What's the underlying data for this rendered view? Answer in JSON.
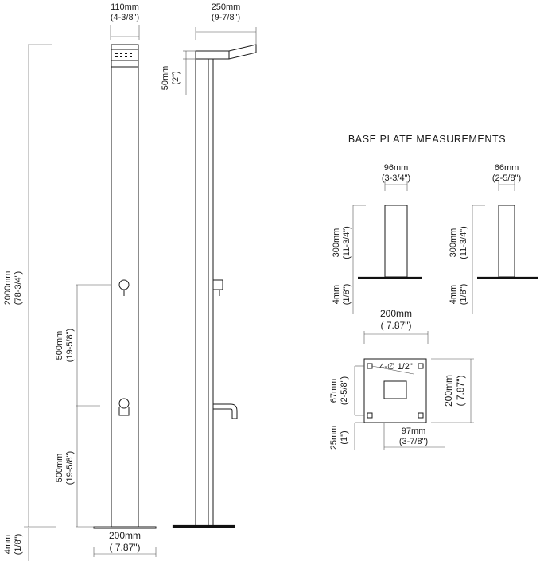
{
  "front_view": {
    "top_width_mm": "110mm",
    "top_width_in": "(4-3/8\")",
    "height_mm": "2000mm",
    "height_in": "(78-3/4\")",
    "upper_spacing_mm": "500mm",
    "upper_spacing_in": "(19-5/8\")",
    "lower_spacing_mm": "500mm",
    "lower_spacing_in": "(19-5/8\")",
    "base_thickness_mm": "4mm",
    "base_thickness_in": "(1/8\")",
    "base_width_mm": "200mm",
    "base_width_in": "( 7.87\")"
  },
  "side_view": {
    "head_width_mm": "250mm",
    "head_width_in": "(9-7/8\")",
    "head_height_mm": "50mm",
    "head_height_in": "(2\")"
  },
  "base_plate": {
    "title": "BASE PLATE MEASUREMENTS",
    "left_post_width_mm": "96mm",
    "left_post_width_in": "(3-3/4\")",
    "left_post_height_mm": "300mm",
    "left_post_height_in": "(11-3/4\")",
    "left_plate_mm": "4mm",
    "left_plate_in": "(1/8\")",
    "right_post_width_mm": "66mm",
    "right_post_width_in": "(2-5/8\")",
    "right_post_height_mm": "300mm",
    "right_post_height_in": "(11-3/4\")",
    "right_plate_mm": "4mm",
    "right_plate_in": "(1/8\")",
    "plate_width_mm": "200mm",
    "plate_width_in": "( 7.87\")",
    "plate_height_mm": "200mm",
    "plate_height_in": "( 7.87\")",
    "holes_label": "4-∅ 1/2\"",
    "hole_spacing_mm": "67mm",
    "hole_spacing_in": "(2-5/8\")",
    "edge_offset_mm": "25mm",
    "edge_offset_in": "(1\")",
    "slot_offset_mm": "97mm",
    "slot_offset_in": "(3-7/8\")"
  }
}
